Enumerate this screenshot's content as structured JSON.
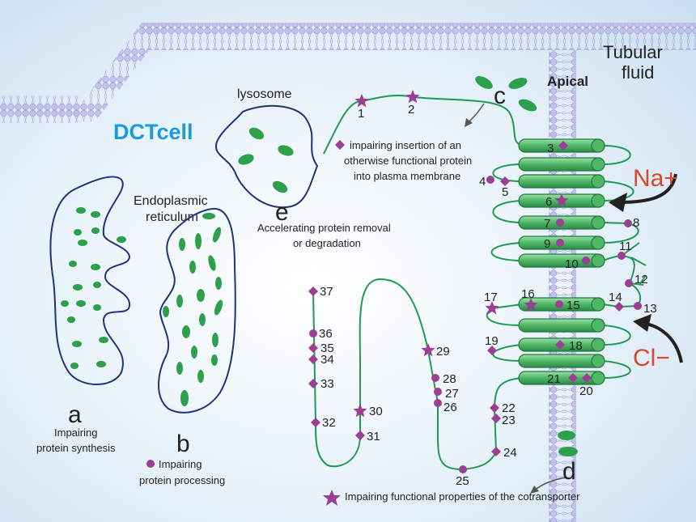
{
  "labels": {
    "tubular_fluid_1": "Tubular",
    "tubular_fluid_2": "fluid",
    "apical": "Apical",
    "dct_cell": "DCTcell",
    "lysosome": "lysosome",
    "er_1": "Endoplasmic",
    "er_2": "reticulum",
    "na": "Na+",
    "cl": "Cl−"
  },
  "mechanisms": {
    "a": {
      "letter": "a",
      "line1": "Impairing",
      "line2": "protein synthesis"
    },
    "b": {
      "letter": "b",
      "line1": "Impairing",
      "line2": "protein processing"
    },
    "c": {
      "letter": "c",
      "line1": "impairing insertion of an",
      "line2": "otherwise functional protein",
      "line3": "into plasma membrane"
    },
    "d": {
      "letter": "d",
      "line1": "Impairing functional properties of the cotransporter"
    },
    "e": {
      "letter": "e",
      "line1": "Accelerating protein removal",
      "line2": "or degradation"
    }
  },
  "mutations": [
    {
      "n": "1",
      "shape": "star"
    },
    {
      "n": "2",
      "shape": "star"
    },
    {
      "n": "3",
      "shape": "diamond"
    },
    {
      "n": "4",
      "shape": "circle"
    },
    {
      "n": "5",
      "shape": "diamond"
    },
    {
      "n": "6",
      "shape": "star"
    },
    {
      "n": "7",
      "shape": "circle"
    },
    {
      "n": "8",
      "shape": "circle"
    },
    {
      "n": "9",
      "shape": "circle"
    },
    {
      "n": "10",
      "shape": "circle"
    },
    {
      "n": "11",
      "shape": "circle"
    },
    {
      "n": "12",
      "shape": "circle"
    },
    {
      "n": "13",
      "shape": "circle"
    },
    {
      "n": "14",
      "shape": "diamond"
    },
    {
      "n": "15",
      "shape": "circle"
    },
    {
      "n": "16",
      "shape": "star"
    },
    {
      "n": "17",
      "shape": "star"
    },
    {
      "n": "18",
      "shape": "diamond"
    },
    {
      "n": "19",
      "shape": "diamond"
    },
    {
      "n": "20",
      "shape": "diamond"
    },
    {
      "n": "21",
      "shape": "diamond"
    },
    {
      "n": "22",
      "shape": "diamond"
    },
    {
      "n": "23",
      "shape": "diamond"
    },
    {
      "n": "24",
      "shape": "diamond"
    },
    {
      "n": "25",
      "shape": "circle"
    },
    {
      "n": "26",
      "shape": "circle"
    },
    {
      "n": "27",
      "shape": "circle"
    },
    {
      "n": "28",
      "shape": "circle"
    },
    {
      "n": "29",
      "shape": "star"
    },
    {
      "n": "30",
      "shape": "star"
    },
    {
      "n": "31",
      "shape": "diamond"
    },
    {
      "n": "32",
      "shape": "diamond"
    },
    {
      "n": "33",
      "shape": "diamond"
    },
    {
      "n": "34",
      "shape": "diamond"
    },
    {
      "n": "35",
      "shape": "diamond"
    },
    {
      "n": "36",
      "shape": "circle"
    },
    {
      "n": "37",
      "shape": "diamond"
    }
  ],
  "colors": {
    "protein": "#1f9a55",
    "helix": "#5cbf74",
    "marker": "#9b3f94",
    "membrane": "#b9b6e3",
    "dct": "#1a9be0",
    "ion": "#d8492a",
    "outline": "#1d3579"
  }
}
